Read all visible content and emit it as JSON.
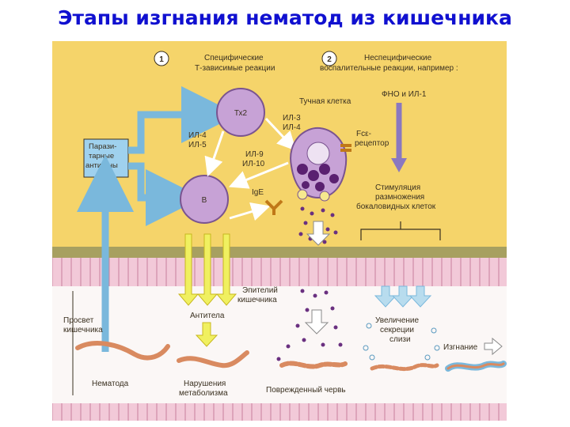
{
  "title": "Этапы изгнания нематод из кишечника",
  "diagram": {
    "step1_number": "1",
    "step1_line1": "Специфические",
    "step1_line2": "Т-зависимые реакции",
    "step2_number": "2",
    "step2_line1": "Неспецифические",
    "step2_line2": "воспалительные реакции, например :",
    "th2": "Тх2",
    "b_cell": "В",
    "antigen_line1": "Парази-",
    "antigen_line2": "тарные",
    "antigen_line3": "антигены",
    "il4_il5_a": "ИЛ-4",
    "il4_il5_b": "ИЛ-5",
    "il3_il4_a": "ИЛ-3",
    "il3_il4_b": "ИЛ-4",
    "il9_il10_a": "ИЛ-9",
    "il9_il10_b": "ИЛ-10",
    "mast_cell": "Тучная клетка",
    "fc_line1": "Fcε-",
    "fc_line2": "рецептор",
    "ige": "IgE",
    "tnf": "ФНО и ИЛ-1",
    "stim_line1": "Стимуляция",
    "stim_line2": "размножения",
    "stim_line3": "бокаловидных клеток",
    "epithelium_line1": "Эпителий",
    "epithelium_line2": "кишечника",
    "lumen_line1": "Просвет",
    "lumen_line2": "кишечника",
    "antibodies": "Антитела",
    "mucus_line1": "Увеличение",
    "mucus_line2": "секреции",
    "mucus_line3": "слизи",
    "expulsion": "Изгнание",
    "nematode": "Нематода",
    "metab_line1": "Нарушения",
    "metab_line2": "метаболизма",
    "damaged_worm": "Поврежденный червь"
  }
}
